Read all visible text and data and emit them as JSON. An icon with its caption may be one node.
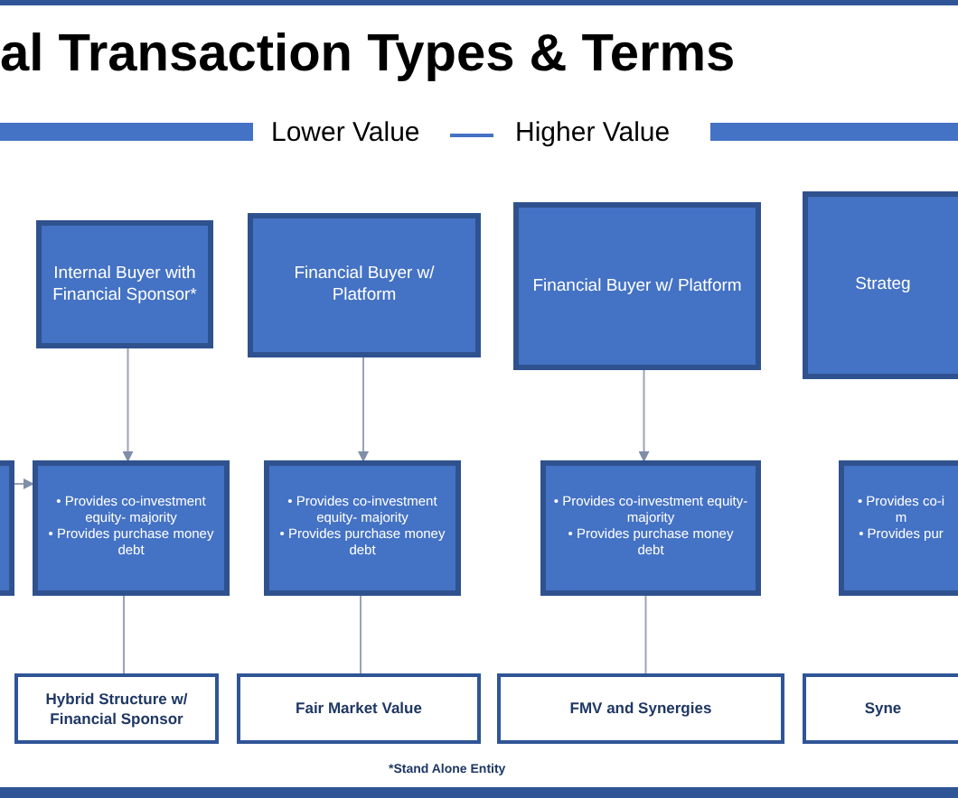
{
  "diagram": {
    "title": "al Transaction Types & Terms",
    "nodes": [
      {
        "text": [
          "Internal Buyer with Financial Sponsor*"
        ]
      },
      {
        "text": [
          "Financial Buyer w/ Platform"
        ]
      },
      {
        "text": [
          "Financial Buyer w/ Platform"
        ]
      },
      {
        "text": [
          "Strateg"
        ]
      },
      {
        "text": [],
        "shape": "box"
      },
      {
        "text": [
          "• Provides co-investment equity- majority",
          "• Provides purchase money debt"
        ]
      },
      {
        "text": [
          "• Provides co-investment equity- majority",
          "• Provides purchase money debt"
        ]
      },
      {
        "text": [
          "• Provides co-investment equity- majority",
          "• Provides purchase money debt"
        ]
      },
      {
        "text": [
          "• Provides co-i",
          "m",
          "• Provides pur"
        ]
      },
      {
        "text": [
          "Hybrid Structure w/ Financial Sponsor"
        ]
      },
      {
        "text": [
          "Fair Market Value"
        ]
      },
      {
        "text": [
          "FMV and Synergies"
        ]
      },
      {
        "text": [
          "Syne"
        ]
      }
    ],
    "edges": [
      {
        "from": 0,
        "to": 5,
        "arrow": "to"
      },
      {
        "from": 1,
        "to": 6,
        "arrow": "to"
      },
      {
        "from": 2,
        "to": 7,
        "arrow": "to"
      },
      {
        "from": 4,
        "to": 5,
        "arrow": "to"
      },
      {
        "from": 5,
        "to": 9,
        "arrow": "none"
      },
      {
        "from": 6,
        "to": 10,
        "arrow": "none"
      },
      {
        "from": 7,
        "to": 11,
        "arrow": "none"
      }
    ],
    "labels": [
      "Lower Value",
      "Higher Value",
      "*Stand Alone Entity"
    ]
  }
}
